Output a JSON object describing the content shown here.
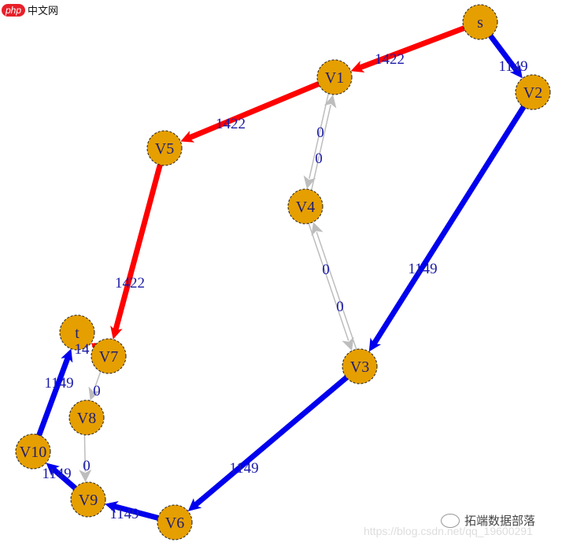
{
  "logo": {
    "badge": "php",
    "text": "中文网"
  },
  "watermark": {
    "account": "拓端数据部落",
    "url": "https://blog.csdn.net/qq_19600291"
  },
  "colors": {
    "node_fill": "#E69F00",
    "node_label": "#1f1f6e",
    "edge_label": "#1a1aa8",
    "flow_red": "#ff0000",
    "flow_blue": "#0000ee",
    "zero": "#bdbdbd"
  },
  "nodes": [
    {
      "id": "s",
      "label": "s"
    },
    {
      "id": "V1",
      "label": "V1"
    },
    {
      "id": "V2",
      "label": "V2"
    },
    {
      "id": "V3",
      "label": "V3"
    },
    {
      "id": "V4",
      "label": "V4"
    },
    {
      "id": "V5",
      "label": "V5"
    },
    {
      "id": "V6",
      "label": "V6"
    },
    {
      "id": "V7",
      "label": "V7"
    },
    {
      "id": "V8",
      "label": "V8"
    },
    {
      "id": "V9",
      "label": "V9"
    },
    {
      "id": "V10",
      "label": "V10"
    },
    {
      "id": "t",
      "label": "t"
    }
  ],
  "edges": [
    {
      "from": "s",
      "to": "V1",
      "label": "1422",
      "color": "red"
    },
    {
      "from": "V1",
      "to": "V5",
      "label": "1422",
      "color": "red"
    },
    {
      "from": "V5",
      "to": "V7",
      "label": "1422",
      "color": "red"
    },
    {
      "from": "V7",
      "to": "t",
      "label": "14",
      "color": "red"
    },
    {
      "from": "s",
      "to": "V2",
      "label": "1149",
      "color": "blue"
    },
    {
      "from": "V2",
      "to": "V3",
      "label": "1149",
      "color": "blue"
    },
    {
      "from": "V3",
      "to": "V6",
      "label": "1149",
      "color": "blue"
    },
    {
      "from": "V6",
      "to": "V9",
      "label": "1149",
      "color": "blue"
    },
    {
      "from": "V9",
      "to": "V10",
      "label": "1149",
      "color": "blue"
    },
    {
      "from": "V10",
      "to": "t",
      "label": "1149",
      "color": "blue"
    },
    {
      "from": "V4",
      "to": "V1",
      "label": "0",
      "color": "zero"
    },
    {
      "from": "V1",
      "to": "V4",
      "label": "0",
      "color": "zero"
    },
    {
      "from": "V3",
      "to": "V4",
      "label": "0",
      "color": "zero"
    },
    {
      "from": "V4",
      "to": "V3",
      "label": "0",
      "color": "zero"
    },
    {
      "from": "V7",
      "to": "V8",
      "label": "0",
      "color": "zero"
    },
    {
      "from": "V8",
      "to": "V9",
      "label": "0",
      "color": "zero"
    }
  ]
}
